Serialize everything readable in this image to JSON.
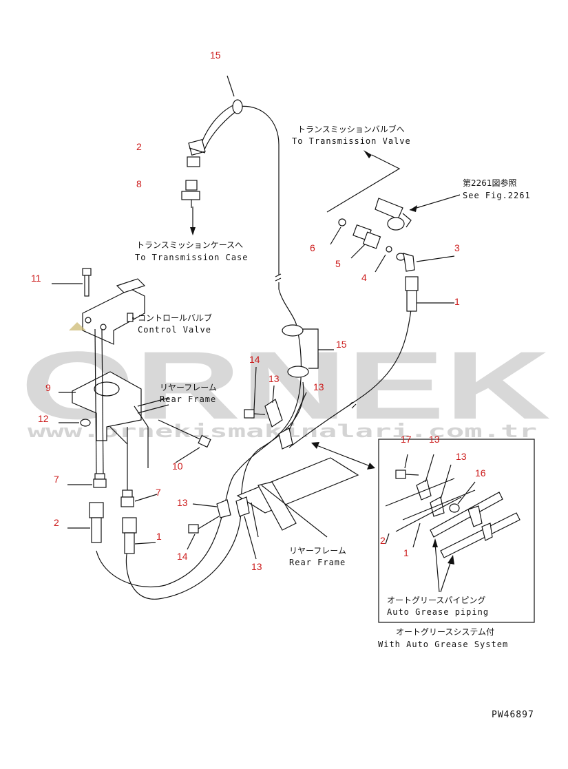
{
  "watermark": {
    "brand": "ORNEK",
    "url": "www.ornekismakinalari.com.tr"
  },
  "labels": {
    "to_transmission_valve_jp": "トランスミッションバルブへ",
    "to_transmission_valve_en": "To Transmission Valve",
    "see_fig_jp": "第2261図参照",
    "see_fig_en": "See Fig.2261",
    "to_transmission_case_jp": "トランスミッションケースへ",
    "to_transmission_case_en": "To Transmission Case",
    "control_valve_jp": "コントロールバルブ",
    "control_valve_en": "Control Valve",
    "rear_frame_jp_1": "リヤーフレーム",
    "rear_frame_en_1": "Rear Frame",
    "rear_frame_jp_2": "リヤーフレーム",
    "rear_frame_en_2": "Rear Frame",
    "auto_grease_piping_jp": "オートグリースパイピング",
    "auto_grease_piping_en": "Auto Grease piping",
    "with_auto_grease_jp": "オートグリースシステム付",
    "with_auto_grease_en": "With Auto Grease System",
    "drawing_code": "PW46897"
  },
  "part_numbers": {
    "p15_top": "15",
    "p2_top": "2",
    "p8": "8",
    "p6": "6",
    "p5": "5",
    "p4": "4",
    "p3": "3",
    "p1_right": "1",
    "p11": "11",
    "p9": "9",
    "p12": "12",
    "p15_mid": "15",
    "p14_mid": "14",
    "p13_a": "13",
    "p13_b": "13",
    "p10": "10",
    "p7_left": "7",
    "p7_right": "7",
    "p2_left": "2",
    "p1_left": "1",
    "p13_c": "13",
    "p14_low": "14",
    "p13_d": "13",
    "p17": "17",
    "p13_inset_a": "13",
    "p13_inset_b": "13",
    "p16": "16",
    "p2_inset": "2",
    "p1_inset": "1"
  }
}
